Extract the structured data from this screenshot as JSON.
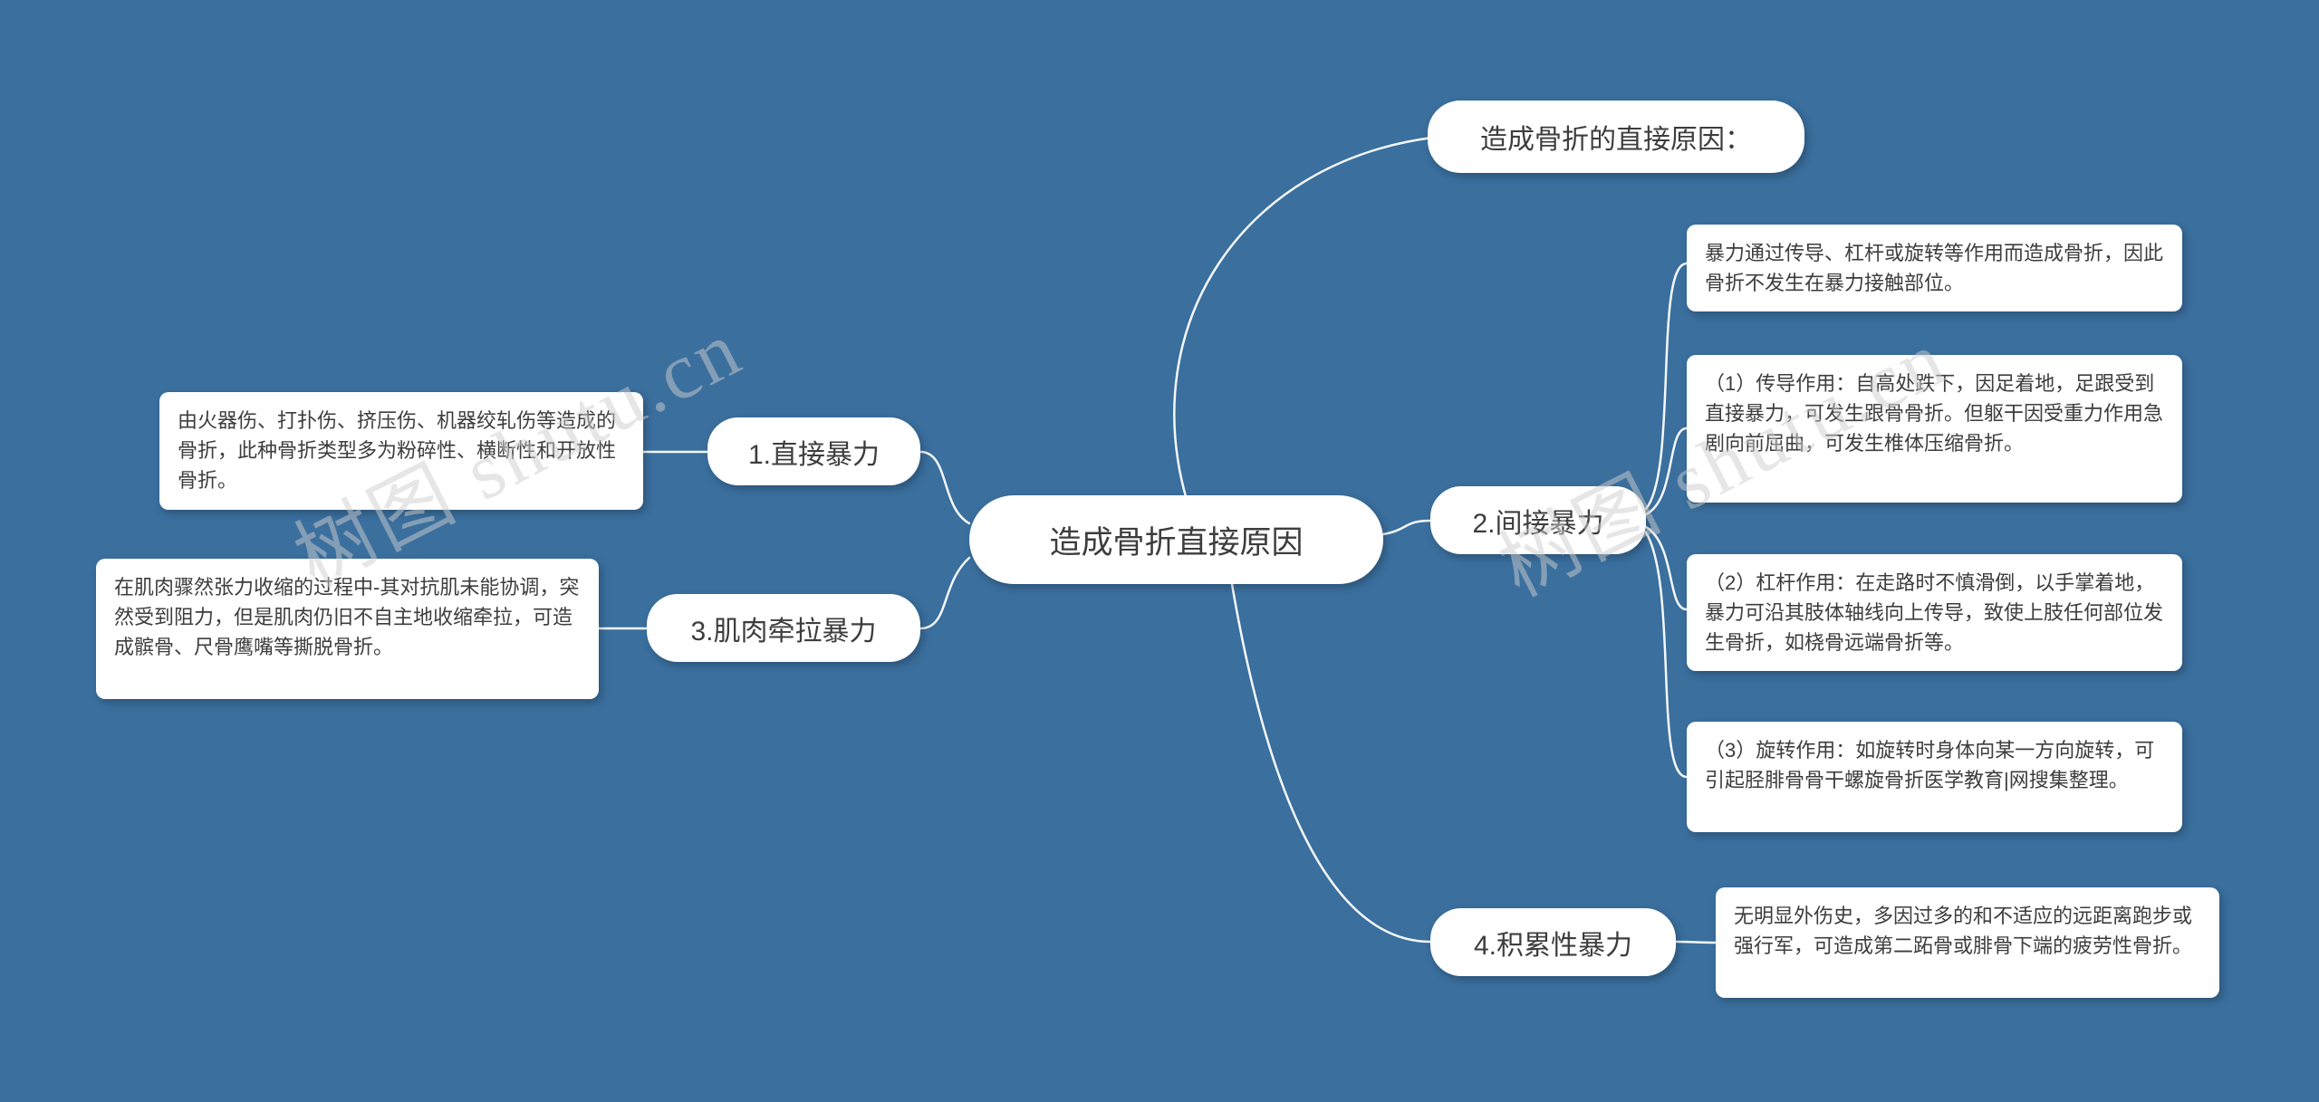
{
  "colors": {
    "background": "#3A6F9E",
    "box": "#FFFFFF",
    "text": "#3D3D3D",
    "line": "#FFFFFF"
  },
  "watermark": {
    "text": "树图 shutu.cn"
  },
  "center": {
    "label": "造成骨折直接原因"
  },
  "top_note": {
    "label": "造成骨折的直接原因："
  },
  "branches": [
    {
      "label": "1.直接暴力",
      "details": [
        "由火器伤、打扑伤、挤压伤、机器绞轧伤等造成的骨折，此种骨折类型多为粉碎性、横断性和开放性骨折。"
      ]
    },
    {
      "label": "2.间接暴力",
      "details": [
        "暴力通过传导、杠杆或旋转等作用而造成骨折，因此骨折不发生在暴力接触部位。",
        "（1）传导作用：自高处跌下，因足着地，足跟受到直接暴力，可发生跟骨骨折。但躯干因受重力作用急剧向前屈曲，可发生椎体压缩骨折。",
        "（2）杠杆作用：在走路时不慎滑倒，以手掌着地，暴力可沿其肢体轴线向上传导，致使上肢任何部位发生骨折，如桡骨远端骨折等。",
        "（3）旋转作用：如旋转时身体向某一方向旋转，可引起胫腓骨骨干螺旋骨折医学教育|网搜集整理。"
      ]
    },
    {
      "label": "3.肌肉牵拉暴力",
      "details": [
        "在肌肉骤然张力收缩的过程中-其对抗肌未能协调，突然受到阻力，但是肌肉仍旧不自主地收缩牵拉，可造成髌骨、尺骨鹰嘴等撕脱骨折。"
      ]
    },
    {
      "label": "4.积累性暴力",
      "details": [
        "无明显外伤史，多因过多的和不适应的远距离跑步或强行军，可造成第二跖骨或腓骨下端的疲劳性骨折。"
      ]
    }
  ]
}
